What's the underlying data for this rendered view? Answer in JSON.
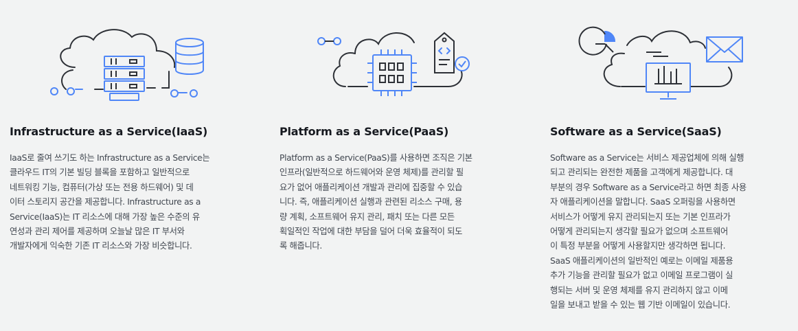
{
  "colors": {
    "background": "#f2f3f3",
    "line": "#2d3036",
    "accent": "#4f86f7",
    "heading": "#16191f",
    "body_text": "#414750"
  },
  "sections": [
    {
      "icon": "cloud-server-database-icon",
      "title": "Infrastructure as a Service(IaaS)",
      "lines": [
        "IaaS로 줄여 쓰기도 하는 Infrastructure as a Service는",
        "클라우드 IT의 기본 빌딩 블록을 포함하고 일반적으로",
        "네트워킹 기능, 컴퓨터(가상 또는 전용 하드웨어) 및 데",
        "이터 스토리지 공간을 제공합니다. Infrastructure as a",
        "Service(IaaS)는 IT 리소스에 대해 가장 높은 수준의 유",
        "연성과 관리 제어를 제공하며 오늘날 많은 IT 부서와",
        "개발자에게 익숙한 기존 IT 리소스와 가장 비슷합니다."
      ]
    },
    {
      "icon": "cloud-chip-document-icon",
      "title": "Platform as a Service(PaaS)",
      "lines": [
        "Platform as a Service(PaaS)를 사용하면 조직은 기본",
        "인프라(일반적으로 하드웨어와 운영 체제)를 관리할 필",
        "요가 없어 애플리케이션 개발과 관리에 집중할 수 있습",
        "니다. 즉, 애플리케이션 실행과 관련된 리소스 구매, 용",
        "량 계획, 소프트웨어 유지 관리, 패치 또는 다른 모든",
        "획일적인 작업에 대한 부담을 덜어 더욱 효율적이 되도",
        "록 해줍니다."
      ]
    },
    {
      "icon": "cloud-chart-monitor-mail-icon",
      "title": "Software as a Service(SaaS)",
      "lines": [
        "Software as a Service는 서비스 제공업체에 의해 실행",
        "되고 관리되는 완전한 제품을 고객에게 제공합니다. 대",
        "부분의 경우 Software as a Service라고 하면 최종 사용",
        "자 애플리케이션을 말합니다. SaaS 오퍼링을 사용하면",
        "서비스가 어떻게 유지 관리되는지 또는 기본 인프라가",
        "어떻게 관리되는지 생각할 필요가 없으며 소프트웨어",
        "이 특정 부분을 어떻게 사용할지만 생각하면 됩니다.",
        "SaaS 애플리케이션의 일반적인 예로는 이메일 제품용",
        "추가 기능을 관리할 필요가 없고 이메일 프로그램이 실",
        "행되는 서버 및 운영 체제를 유지 관리하지 않고 이메",
        "일을 보내고 받을 수 있는 웹 기반 이메일이 있습니다."
      ]
    }
  ]
}
